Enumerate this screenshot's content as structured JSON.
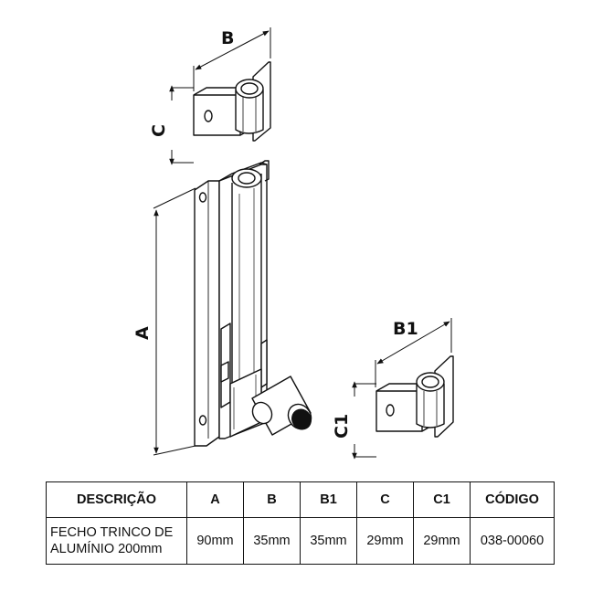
{
  "dimension_labels": {
    "a": "A",
    "b": "B",
    "b1": "B1",
    "c": "C",
    "c1": "C1"
  },
  "table": {
    "headers": [
      "DESCRIÇÃO",
      "A",
      "B",
      "B1",
      "C",
      "C1",
      "CÓDIGO"
    ],
    "row": {
      "description_line1": "FECHO TRINCO DE",
      "description_line2": "ALUMÍNIO 200mm",
      "a": "90mm",
      "b": "35mm",
      "b1": "35mm",
      "c": "29mm",
      "c1": "29mm",
      "code": "038-00060"
    }
  }
}
